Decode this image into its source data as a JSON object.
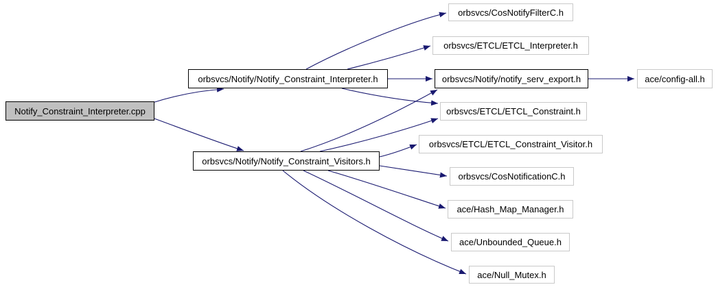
{
  "diagram": {
    "type": "include-dependency-graph",
    "background_color": "#ffffff",
    "edge_color": "#191970",
    "root_fill_color": "#c0c0c0",
    "node_fill_color": "#ffffff",
    "linked_node_border_color": "#000000",
    "leaf_node_border_color": "#c9c9c9"
  },
  "nodes": [
    {
      "id": "root",
      "label": "Notify_Constraint_Interpreter.cpp"
    },
    {
      "id": "interpreter_h",
      "label": "orbsvcs/Notify/Notify_Constraint_Interpreter.h"
    },
    {
      "id": "visitors_h",
      "label": "orbsvcs/Notify/Notify_Constraint_Visitors.h"
    },
    {
      "id": "cosnotifyfilter_h",
      "label": "orbsvcs/CosNotifyFilterC.h"
    },
    {
      "id": "etcl_interpreter_h",
      "label": "orbsvcs/ETCL/ETCL_Interpreter.h"
    },
    {
      "id": "serv_export_h",
      "label": "orbsvcs/Notify/notify_serv_export.h"
    },
    {
      "id": "etcl_constraint_h",
      "label": "orbsvcs/ETCL/ETCL_Constraint.h"
    },
    {
      "id": "constraint_visitor_h",
      "label": "orbsvcs/ETCL/ETCL_Constraint_Visitor.h"
    },
    {
      "id": "cosnotification_h",
      "label": "orbsvcs/CosNotificationC.h"
    },
    {
      "id": "hash_map_manager_h",
      "label": "ace/Hash_Map_Manager.h"
    },
    {
      "id": "unbounded_queue_h",
      "label": "ace/Unbounded_Queue.h"
    },
    {
      "id": "null_mutex_h",
      "label": "ace/Null_Mutex.h"
    },
    {
      "id": "config_all_h",
      "label": "ace/config-all.h"
    }
  ],
  "edges": [
    {
      "from": "root",
      "to": "interpreter_h"
    },
    {
      "from": "root",
      "to": "visitors_h"
    },
    {
      "from": "interpreter_h",
      "to": "cosnotifyfilter_h"
    },
    {
      "from": "interpreter_h",
      "to": "etcl_interpreter_h"
    },
    {
      "from": "interpreter_h",
      "to": "serv_export_h"
    },
    {
      "from": "interpreter_h",
      "to": "etcl_constraint_h"
    },
    {
      "from": "visitors_h",
      "to": "serv_export_h"
    },
    {
      "from": "visitors_h",
      "to": "etcl_constraint_h"
    },
    {
      "from": "visitors_h",
      "to": "constraint_visitor_h"
    },
    {
      "from": "visitors_h",
      "to": "cosnotification_h"
    },
    {
      "from": "visitors_h",
      "to": "hash_map_manager_h"
    },
    {
      "from": "visitors_h",
      "to": "unbounded_queue_h"
    },
    {
      "from": "visitors_h",
      "to": "null_mutex_h"
    },
    {
      "from": "serv_export_h",
      "to": "config_all_h"
    }
  ]
}
